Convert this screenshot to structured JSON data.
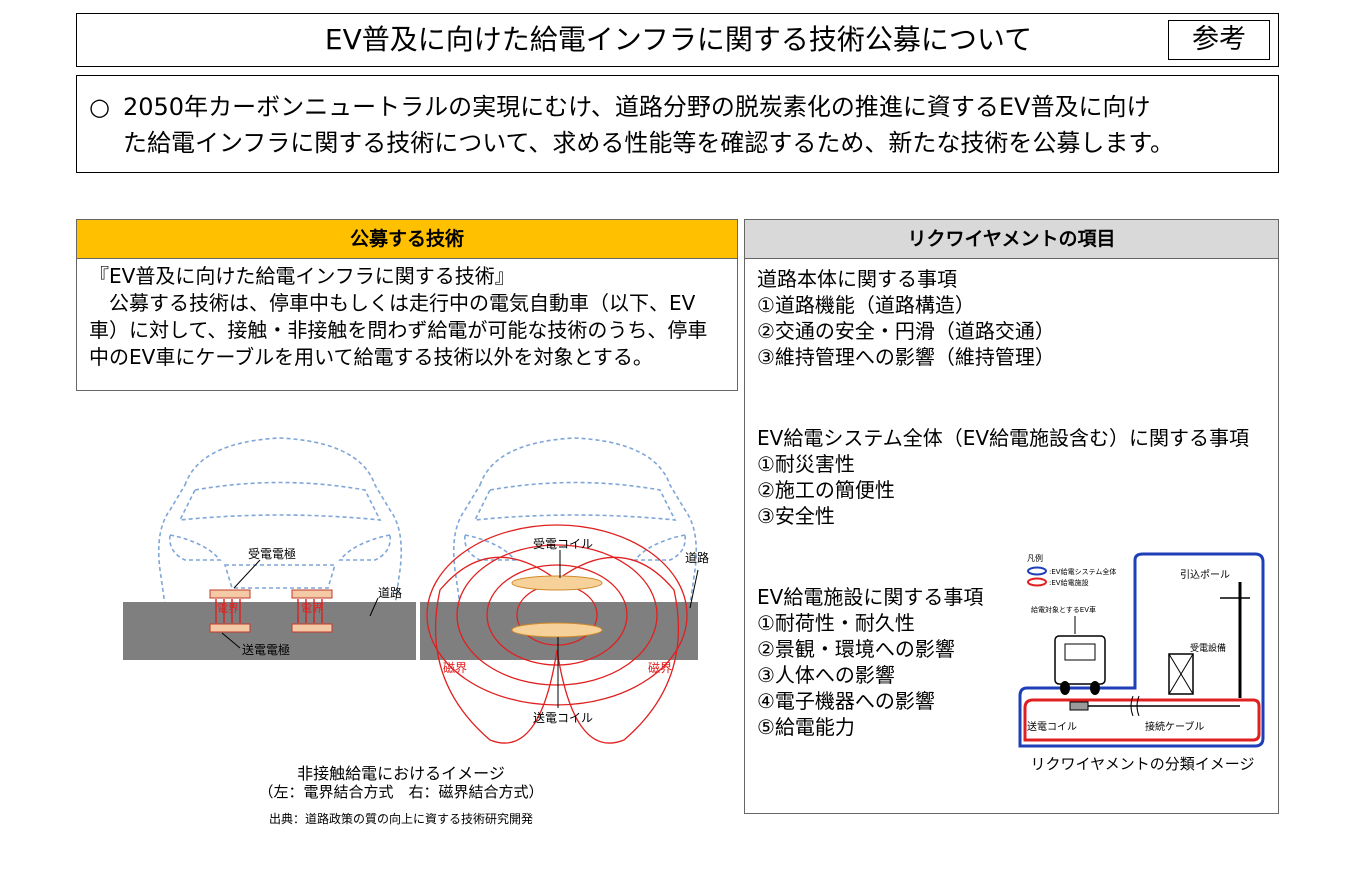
{
  "title": "EV普及に向けた給電インフラに関する技術公募について",
  "ref_badge": "参考",
  "summary": {
    "bullet": "○",
    "line1": "2050年カーボンニュートラルの実現にむけ、道路分野の脱炭素化の推進に資するEV普及に向け",
    "line2": "た給電インフラに関する技術について、求める性能等を確認するため、新たな技術を公募します。"
  },
  "tech": {
    "header": "公募する技術",
    "lines": [
      "『EV普及に向けた給電インフラに関する技術』",
      "　公募する技術は、停車中もしくは走行中の電気自動車（以下、EV",
      "車）に対して、接触・非接触を問わず給電が可能な技術のうち、停車",
      "中のEV車にケーブルを用いて給電する技術以外を対象とする。"
    ]
  },
  "figure_left": {
    "labels": {
      "receive_electrode": "受電電極",
      "transmit_electrode": "送電電極",
      "road_left": "道路",
      "field_tag": "電界",
      "receive_coil": "受電コイル",
      "road_right": "道路",
      "magnetic_left": "磁界",
      "magnetic_right": "磁界",
      "transmit_coil": "送電コイル"
    },
    "caption1": "非接触給電におけるイメージ",
    "caption2": "（左：電界結合方式　右：磁界結合方式）",
    "source": "出典：道路政策の質の向上に資する技術研究開発"
  },
  "req": {
    "header": "リクワイヤメントの項目",
    "group1": [
      "道路本体に関する事項",
      "①道路機能（道路構造）",
      "②交通の安全・円滑（道路交通）",
      "③維持管理への影響（維持管理）"
    ],
    "group2": [
      "EV給電システム全体（EV給電施設含む）に関する事項",
      "①耐災害性",
      "②施工の簡便性",
      "③安全性"
    ],
    "group3": [
      "EV給電施設に関する事項",
      "①耐荷性・耐久性",
      "②景観・環境への影響",
      "③人体への影響",
      "④電子機器への影響",
      "⑤給電能力"
    ]
  },
  "figure_right": {
    "legend_title": "凡例",
    "legend_system": ":EV給電システム全体",
    "legend_facility": ":EV給電施設",
    "pole": "引込ポール",
    "target_ev": "給電対象とするEV車",
    "equipment": "受電設備",
    "coil": "送電コイル",
    "cable": "接続ケーブル",
    "caption": "リクワイヤメントの分類イメージ",
    "colors": {
      "system": "#1f3fb8",
      "facility": "#e02020"
    }
  }
}
